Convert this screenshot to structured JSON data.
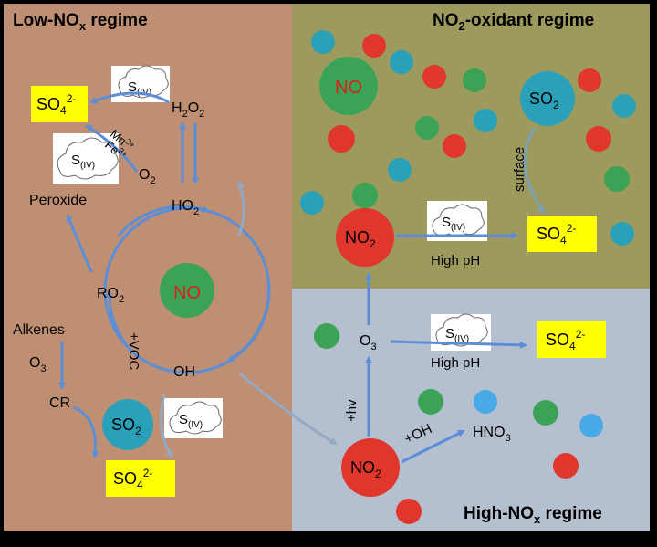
{
  "regimes": {
    "low_nox": {
      "title": "Low-NO",
      "sub": "x",
      "tail": " regime",
      "color": "#bf8f73"
    },
    "no2_oxidant": {
      "title": "NO",
      "sub": "2",
      "tail": "-oxidant regime",
      "color": "#9d9a5e"
    },
    "high_nox": {
      "title": "High-NO",
      "sub": "x",
      "tail": " regime",
      "color": "#b4bfcf"
    }
  },
  "labels": {
    "so4": "SO",
    "so4_sub": "4",
    "so4_sup": "2-",
    "siv": "S",
    "siv_sub": "(IV)",
    "h2o2": "H",
    "h2o2_sub1": "2",
    "h2o2_mid": "O",
    "h2o2_sub2": "2",
    "ho2": "HO",
    "ho2_sub": "2",
    "o2": "O",
    "o2_sub": "2",
    "mn": "Mn",
    "mn_sup": "2+",
    "fe": "Fe",
    "fe_sup": "3+",
    "peroxide": "Peroxide",
    "ro2": "RO",
    "ro2_sub": "2",
    "no": "NO",
    "oh": "OH",
    "voc": "+VOC",
    "alkenes": "Alkenes",
    "o3": "O",
    "o3_sub": "3",
    "cr": "CR",
    "so2": "SO",
    "so2_sub": "2",
    "no2": "NO",
    "no2_sub": "2",
    "high_ph": "High pH",
    "surface": "surface",
    "hv": "+hv",
    "plus_oh": "+OH",
    "hno3": "HNO",
    "hno3_sub": "3"
  },
  "colors": {
    "yellow_box": "#ffff00",
    "arrow_blue": "#5b8ed6",
    "arrow_grey": "#93a9c4",
    "green": "#3aa356",
    "red": "#e0362c",
    "teal": "#2aa1b8",
    "light_blue": "#49a9e6",
    "text_red": "#d9201b"
  }
}
